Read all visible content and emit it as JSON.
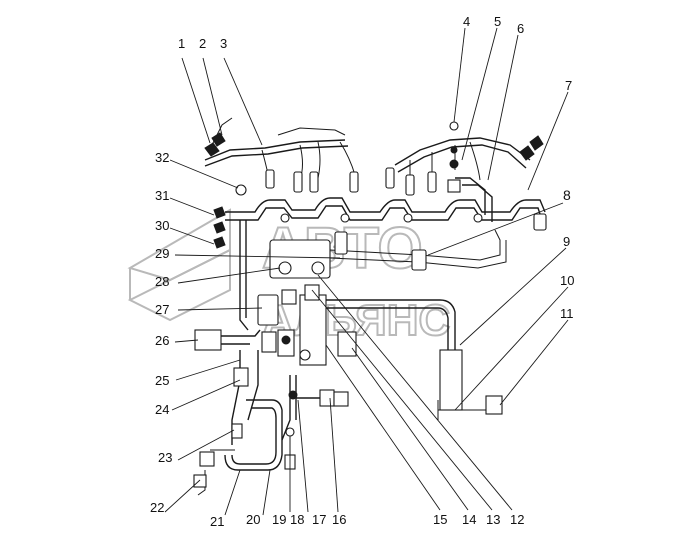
{
  "callouts": {
    "n1": "1",
    "n2": "2",
    "n3": "3",
    "n4": "4",
    "n5": "5",
    "n6": "6",
    "n7": "7",
    "n8": "8",
    "n9": "9",
    "n10": "10",
    "n11": "11",
    "n12": "12",
    "n13": "13",
    "n14": "14",
    "n15": "15",
    "n16": "16",
    "n17": "17",
    "n18": "18",
    "n19": "19",
    "n20": "20",
    "n21": "21",
    "n22": "22",
    "n23": "23",
    "n24": "24",
    "n25": "25",
    "n26": "26",
    "n27": "27",
    "n28": "28",
    "n29": "29",
    "n30": "30",
    "n31": "31",
    "n32": "32"
  },
  "watermark": {
    "line1": "АВТО",
    "line2": "АЛЬЯНС"
  },
  "colors": {
    "line": "#1a1a1a",
    "watermark": "#b9b9b9"
  }
}
